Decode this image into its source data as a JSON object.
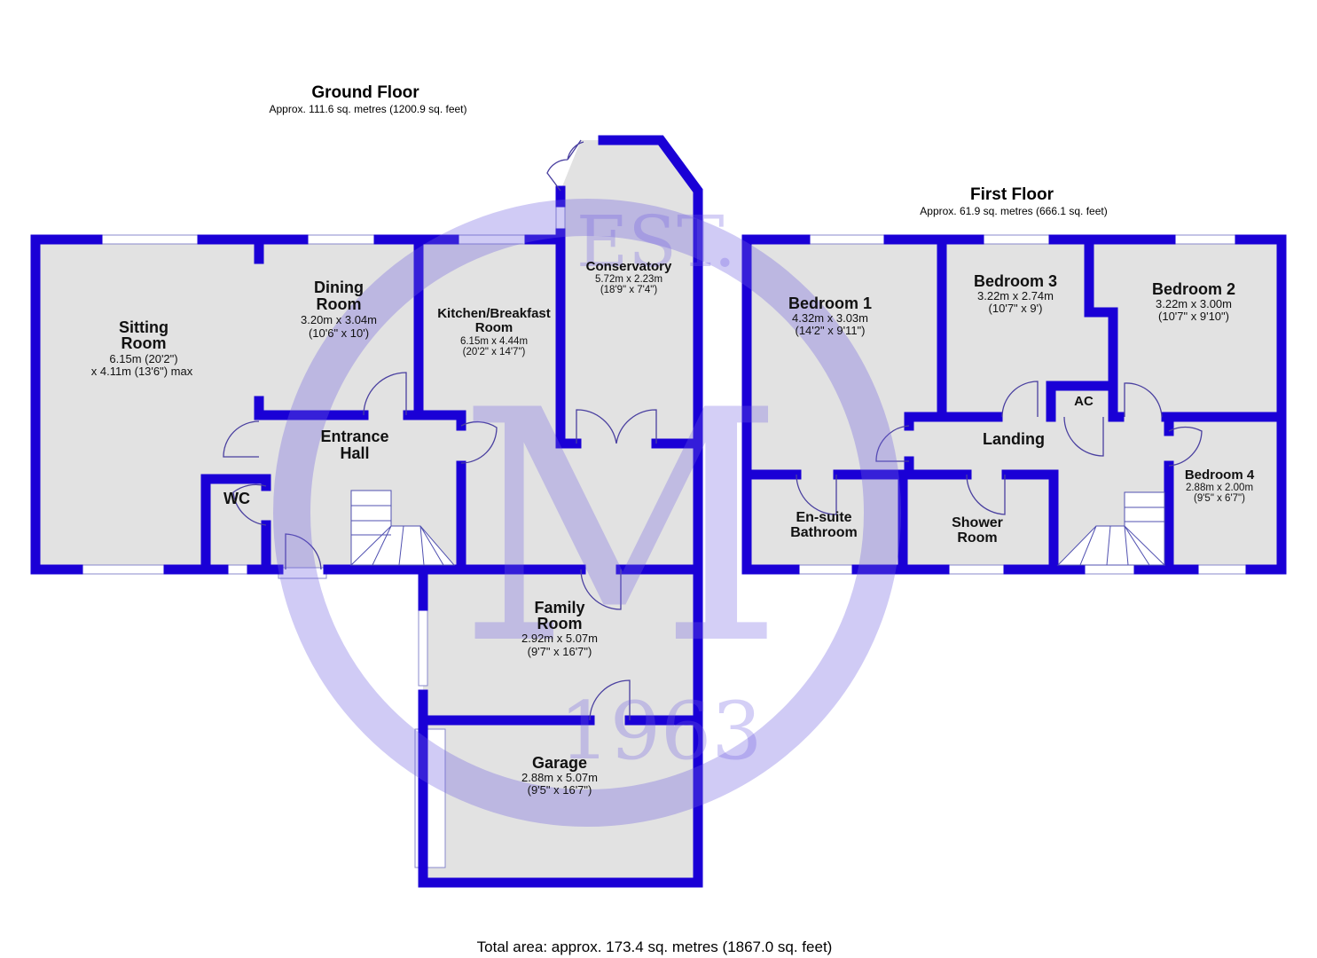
{
  "ground_floor": {
    "title": "Ground Floor",
    "area": "Approx. 111.6 sq. metres (1200.9 sq. feet)",
    "rooms": {
      "sitting": {
        "name1": "Sitting",
        "name2": "Room",
        "dim1": "6.15m (20'2\")",
        "dim2": "x 4.11m (13'6\") max"
      },
      "dining": {
        "name1": "Dining",
        "name2": "Room",
        "dim1": "3.20m x 3.04m",
        "dim2": "(10'6\" x 10')"
      },
      "kitchen": {
        "name1": "Kitchen/Breakfast",
        "name2": "Room",
        "dim1": "6.15m x 4.44m",
        "dim2": "(20'2\" x 14'7\")"
      },
      "conservatory": {
        "name1": "Conservatory",
        "dim1": "5.72m x 2.23m",
        "dim2": "(18'9\" x 7'4\")"
      },
      "hall": {
        "name1": "Entrance",
        "name2": "Hall"
      },
      "wc": {
        "name1": "WC"
      },
      "family": {
        "name1": "Family",
        "name2": "Room",
        "dim1": "2.92m x 5.07m",
        "dim2": "(9'7\" x 16'7\")"
      },
      "garage": {
        "name1": "Garage",
        "dim1": "2.88m x 5.07m",
        "dim2": "(9'5\" x 16'7\")"
      }
    }
  },
  "first_floor": {
    "title": "First Floor",
    "area": "Approx. 61.9 sq. metres (666.1 sq. feet)",
    "rooms": {
      "bed1": {
        "name1": "Bedroom 1",
        "dim1": "4.32m x 3.03m",
        "dim2": "(14'2\" x 9'11\")"
      },
      "bed3": {
        "name1": "Bedroom 3",
        "dim1": "3.22m x 2.74m",
        "dim2": "(10'7\" x 9')"
      },
      "bed2": {
        "name1": "Bedroom 2",
        "dim1": "3.22m x 3.00m",
        "dim2": "(10'7\" x 9'10\")"
      },
      "bed4": {
        "name1": "Bedroom 4",
        "dim1": "2.88m x 2.00m",
        "dim2": "(9'5\" x 6'7\")"
      },
      "ac": {
        "name1": "AC"
      },
      "landing": {
        "name1": "Landing"
      },
      "ensuite": {
        "name1": "En-suite",
        "name2": "Bathroom"
      },
      "shower": {
        "name1": "Shower",
        "name2": "Room"
      }
    }
  },
  "total_area": "Total area: approx. 173.4 sq. metres (1867.0 sq. feet)",
  "watermark": {
    "est": "EST.",
    "letter": "M",
    "year": "1963"
  },
  "colors": {
    "wall": "#1a00d6",
    "floor": "#e2e2e2",
    "watermark": "#7060e0"
  }
}
